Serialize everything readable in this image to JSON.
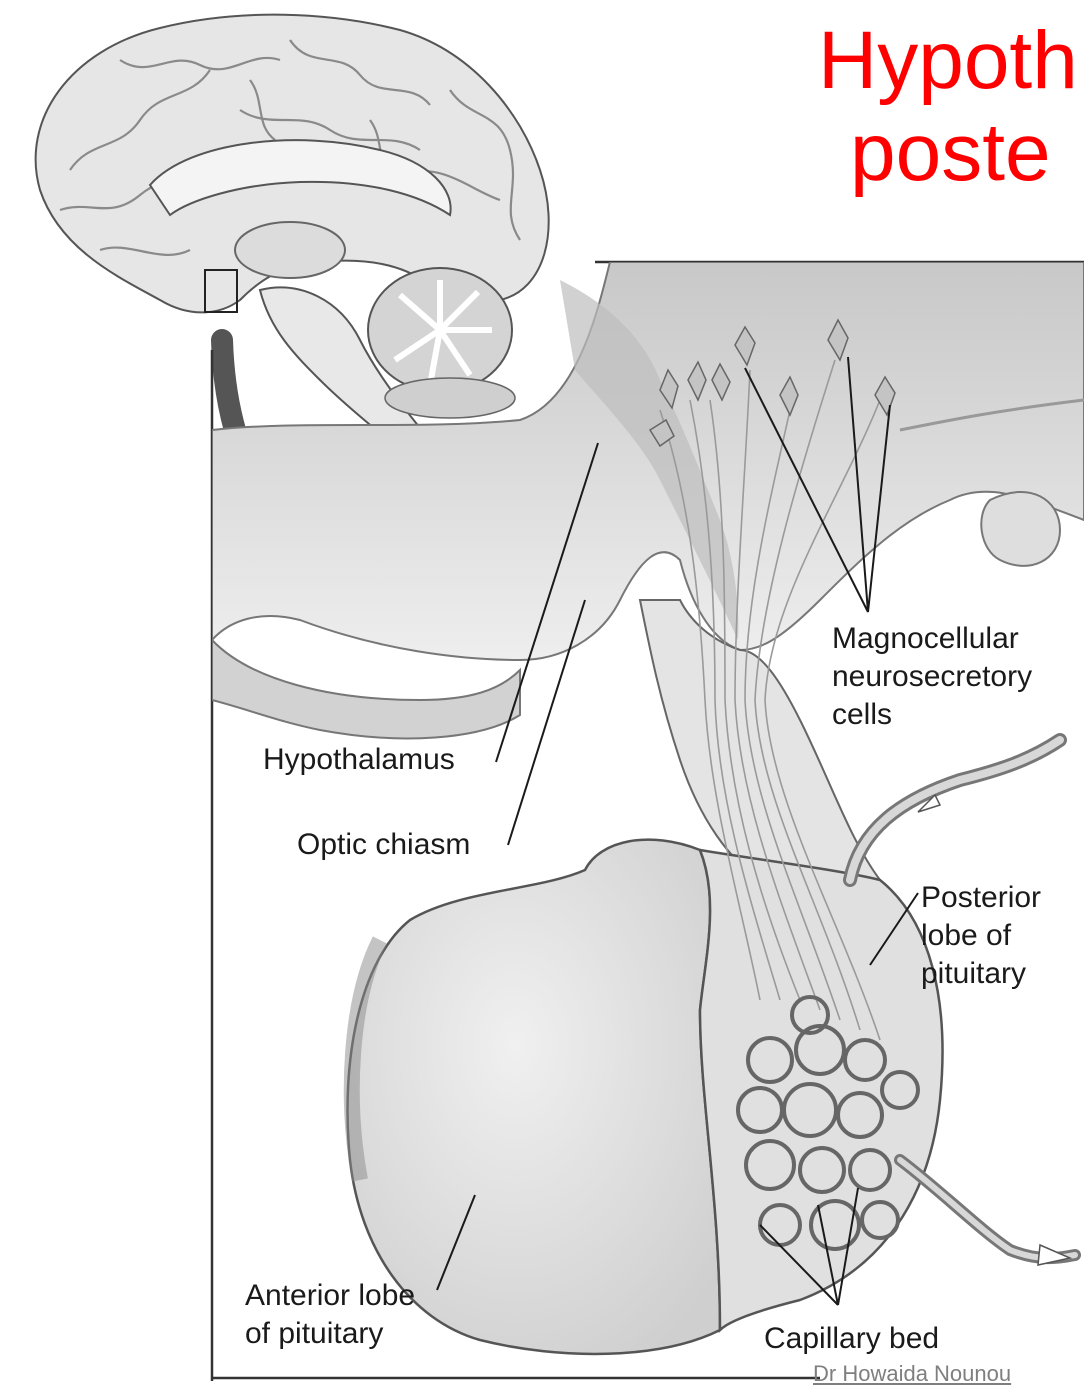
{
  "title": {
    "line1": "Hypoth",
    "line2": "poste"
  },
  "labels": {
    "magnocellular_line1": "Magnocellular",
    "magnocellular_line2": "neurosecretory",
    "magnocellular_line3": "cells",
    "hypothalamus": "Hypothalamus",
    "optic_chiasm": "Optic chiasm",
    "posterior_line1": "Posterior",
    "posterior_line2": "lobe of",
    "posterior_line3": "pituitary",
    "anterior_line1": "Anterior lobe",
    "anterior_line2": "of pituitary",
    "capillary_bed": "Capillary bed"
  },
  "credit": "Dr Howaida Nounou",
  "colors": {
    "title": "#ff0000",
    "ink": "#1a1a1a",
    "tissue": "#dcdcdc",
    "shadow": "#9a9a9a"
  }
}
